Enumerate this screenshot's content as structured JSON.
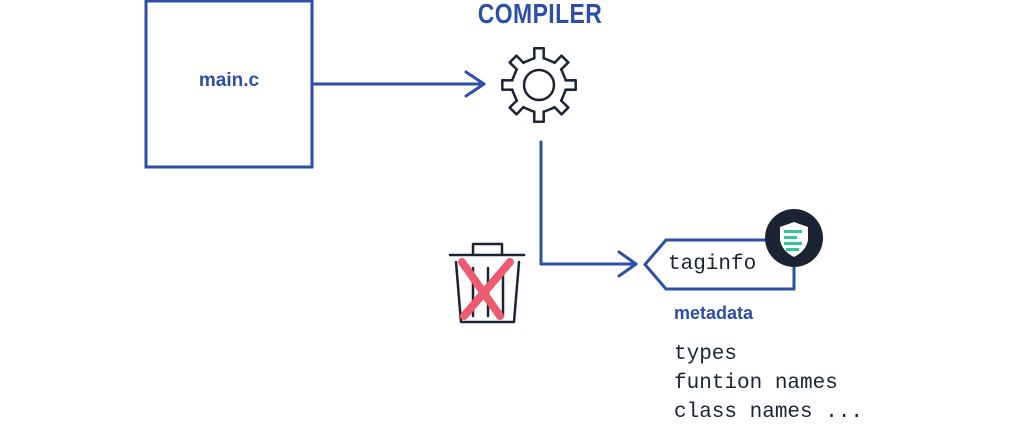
{
  "source_file": {
    "label": "main.c"
  },
  "compiler": {
    "title": "COMPILER"
  },
  "tag": {
    "label": "taginfo"
  },
  "metadata": {
    "heading": "metadata",
    "items": [
      "types",
      "funtion names",
      "class names ..."
    ]
  },
  "icons": {
    "compiler": "gear-icon",
    "discard": "trash-can-icon",
    "discard_mark": "x-mark-icon",
    "badge": "shield-logo-icon"
  },
  "colors": {
    "primary": "#2d4fa8",
    "dark": "#1c2333",
    "discard_mark": "#ee5a6f",
    "badge_bg": "#1c2333",
    "badge_accent": "#2fc79a"
  }
}
